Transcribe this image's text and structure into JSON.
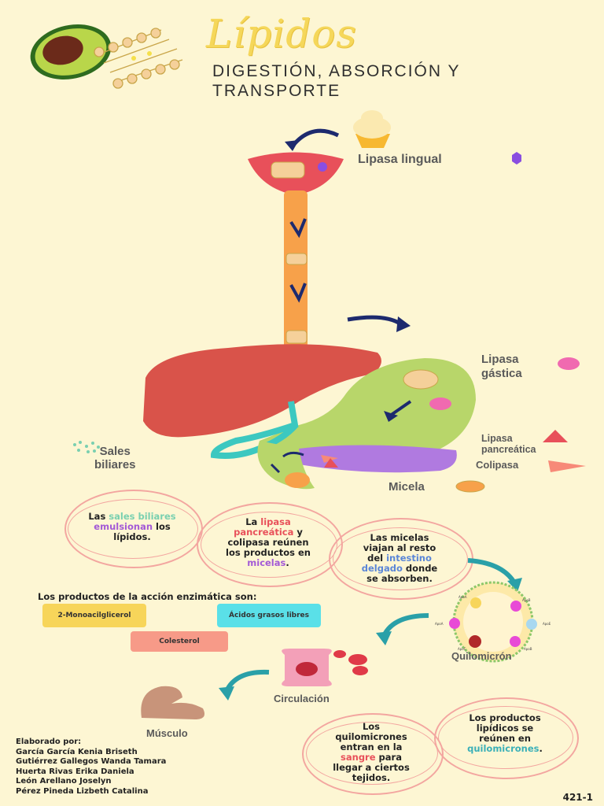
{
  "header": {
    "title": "Lípidos",
    "subtitle_line1": "DIGESTIÓN, ABSORCIÓN Y",
    "subtitle_line2": "TRANSPORTE"
  },
  "labels": {
    "lipasa_lingual": "Lipasa lingual",
    "lipasa_gastrica_1": "Lipasa",
    "lipasa_gastrica_2": "gástica",
    "lipasa_pancreatica_1": "Lipasa",
    "lipasa_pancreatica_2": "pancreática",
    "colipasa": "Colipasa",
    "sales_biliares_1": "Sales",
    "sales_biliares_2": "biliares",
    "micela": "Micela",
    "quilomicron": "Quilomicrón",
    "circulacion": "Circulación",
    "musculo": "Músculo"
  },
  "bubbles": {
    "b1": {
      "p1": "Las ",
      "h1": "sales biliares",
      "h2": "emulsionan",
      "p2": " los",
      "p3": "lípidos."
    },
    "b2": {
      "p1": "La ",
      "h1": "lipasa",
      "h2": "pancreática",
      "p2": " y",
      "p3": "colipasa  reúnen",
      "p4": "los productos en",
      "h3": "micelas",
      "p5": "."
    },
    "b3": {
      "p1": "Las micelas",
      "p2": "viajan al resto",
      "p3": "del ",
      "h1": "intestino",
      "h2": "delgado",
      "p4": " donde",
      "p5": "se absorben."
    },
    "b4": {
      "p1": "Los productos",
      "p2": "lipídicos se",
      "p3": "reúnen en",
      "h1": "quilomicrones",
      "p4": "."
    },
    "b5": {
      "p1": "Los",
      "p2": "quilomicrones",
      "p3": "entran en la",
      "h1": "sangre",
      "p4": " para",
      "p5": "llegar a ciertos",
      "p6": "tejidos."
    }
  },
  "products": {
    "heading": "Los productos de la acción enzimática son:",
    "items": [
      "2-Monoacilglicerol",
      "Ácidos grasos libres",
      "Colesterol"
    ]
  },
  "quilomicron_labels": [
    "ApoA",
    "ApoB",
    "ApoA",
    "ApoE",
    "ApoC",
    "ApoB"
  ],
  "authors": {
    "heading": "Elaborado por:",
    "names": [
      "García García Kenia Briseth",
      "Gutiérrez Gallegos Wanda Tamara",
      "Huerta Rivas Erika Daniela",
      "León Arellano Joselyn",
      "Pérez Pineda Lizbeth Catalina"
    ]
  },
  "code": "421-1",
  "colors": {
    "background": "#fdf6d3",
    "title": "#f5d75a",
    "mouth": "#e8505a",
    "esophagus": "#f7a14a",
    "liver": "#d9534a",
    "stomach": "#b8d66a",
    "intestine": "#b07ae0",
    "bile": "#3cc8c0",
    "arrow_navy": "#1d2a6e",
    "arrow_teal": "#2aa0a8",
    "lipasa_lingual": "#8a4ee0",
    "lipasa_gastrica": "#f06ab0",
    "lipasa_pancreatica": "#e8505a",
    "colipasa": "#f78a78",
    "chip_yellow": "#f7d55a",
    "chip_cyan": "#5ae0e8",
    "chip_salmon": "#f79a88",
    "ring": "#f3a6a0"
  }
}
